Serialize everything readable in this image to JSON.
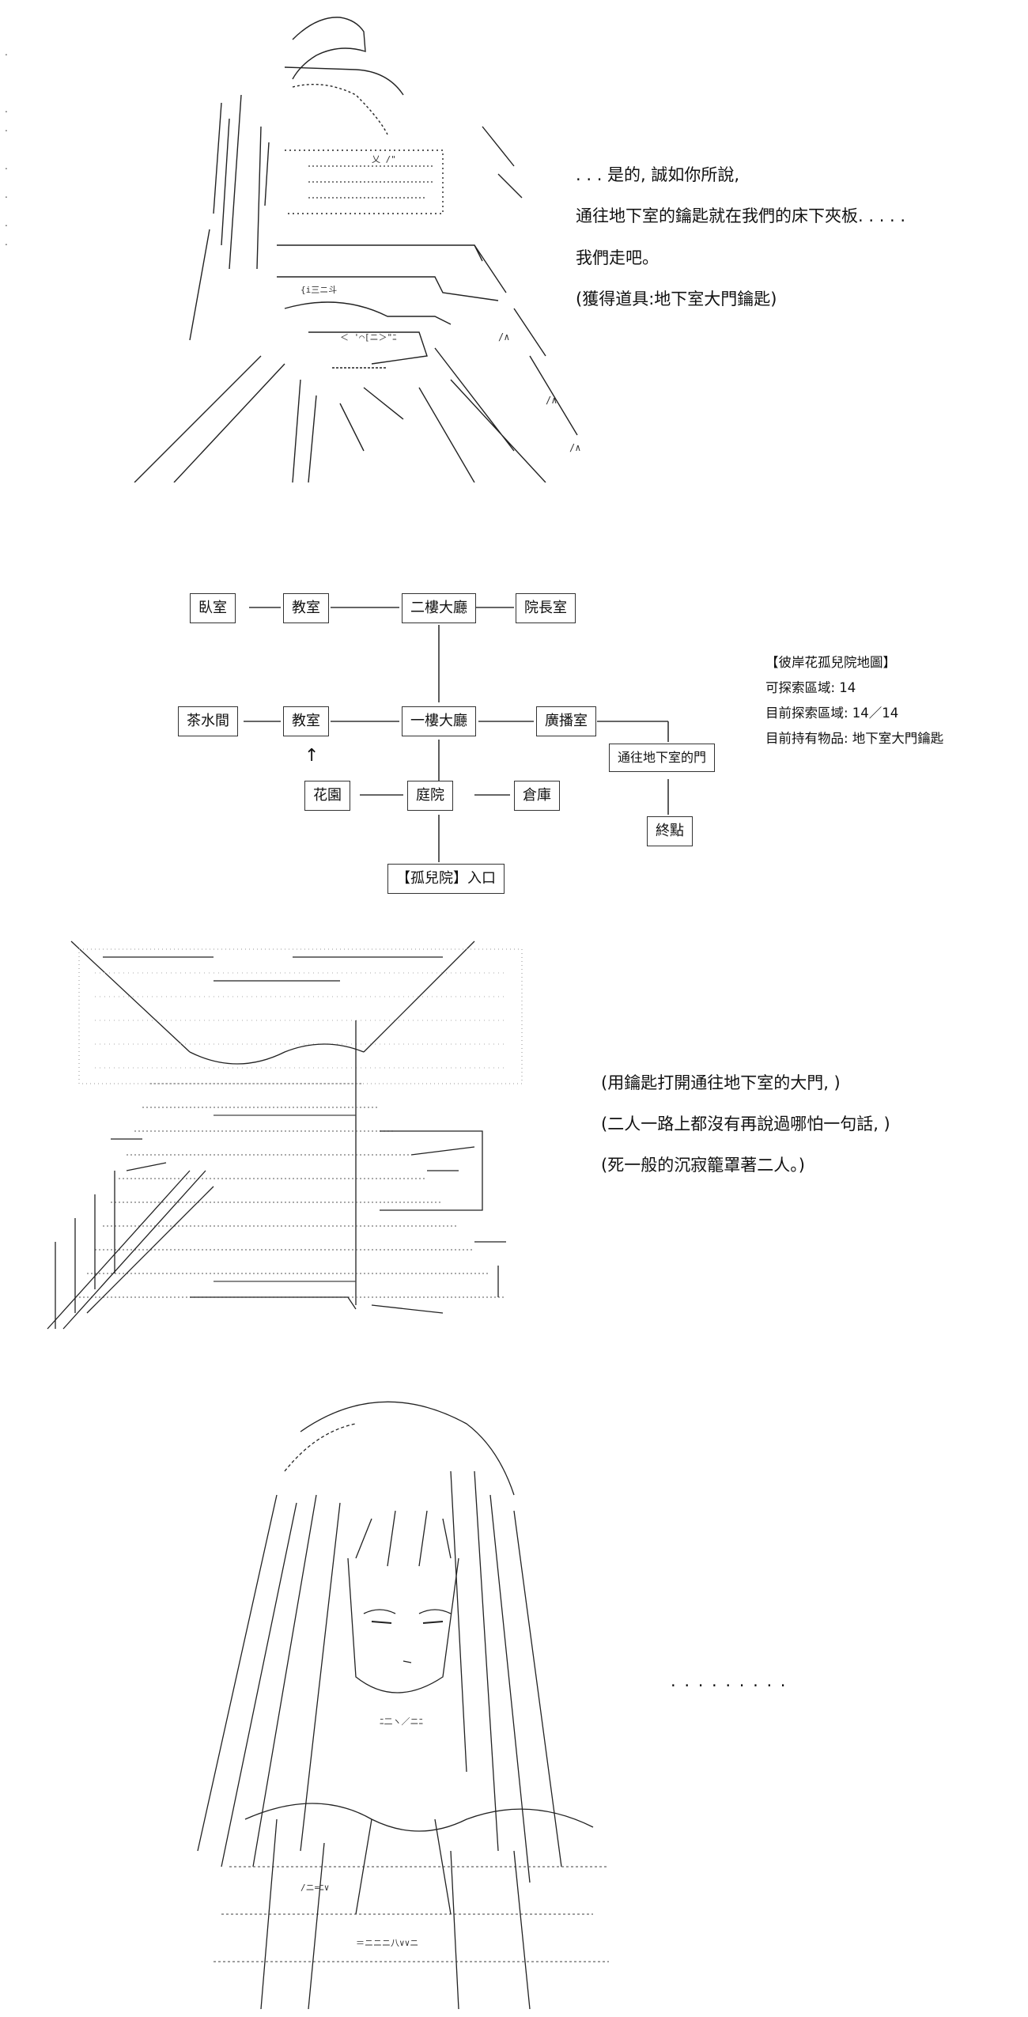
{
  "panel1": {
    "lines": [
      ". . . 是的, 誠如你所說,",
      "通往地下室的鑰匙就在我們的床下夾板. . . . .",
      "我們走吧。",
      "(獲得道具:地下室大門鑰匙)"
    ]
  },
  "map": {
    "nodes": {
      "bedroom": "臥室",
      "classroom_top": "教室",
      "hall_2f": "二樓大廳",
      "director": "院長室",
      "tearoom": "茶水間",
      "classroom_mid": "教室",
      "hall_1f": "一樓大廳",
      "broadcast": "廣播室",
      "basement_door": "通往地下室的門",
      "end": "終點",
      "garden": "花園",
      "courtyard": "庭院",
      "storage": "倉庫",
      "entrance": "【孤兒院】入口"
    },
    "arrow_up": "↑",
    "legend": [
      "【彼岸花孤兒院地圖】",
      "可探索區域: 14",
      "目前探索區域: 14／14",
      "目前持有物品: 地下室大門鑰匙"
    ]
  },
  "panel3": {
    "lines": [
      "(用鑰匙打開通往地下室的大門, )",
      "(二人一路上都沒有再說過哪怕一句話, )",
      "(死一般的沉寂籠罩著二人。)"
    ]
  },
  "panel4": {
    "ellipsis": ". . . . . . . . ."
  }
}
